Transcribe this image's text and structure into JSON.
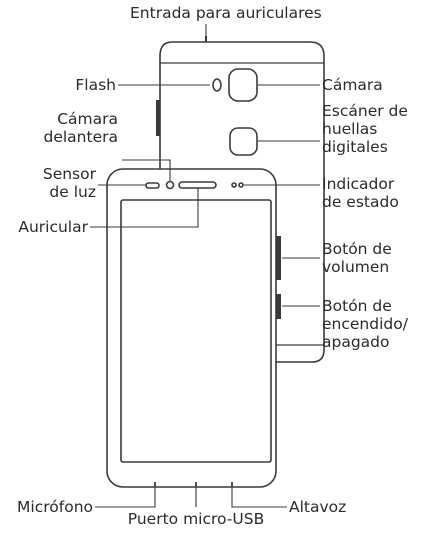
{
  "labels": {
    "headphone_jack": "Entrada para auriculares",
    "flash": "Flash",
    "rear_camera": "Cámara",
    "fingerprint_line1": "Escáner de",
    "fingerprint_line2": "huellas",
    "fingerprint_line3": "digitales",
    "front_camera_line1": "Cámara",
    "front_camera_line2": "delantera",
    "light_sensor_line1": "Sensor",
    "light_sensor_line2": "de luz",
    "status_line1": "Indicador",
    "status_line2": "de estado",
    "earpiece": "Auricular",
    "volume_line1": "Botón de",
    "volume_line2": "volumen",
    "power_line1": "Botón de",
    "power_line2": "encendido/",
    "power_line3": "apagado",
    "microphone": "Micrófono",
    "speaker": "Altavoz",
    "usb_port": "Puerto micro-USB"
  }
}
